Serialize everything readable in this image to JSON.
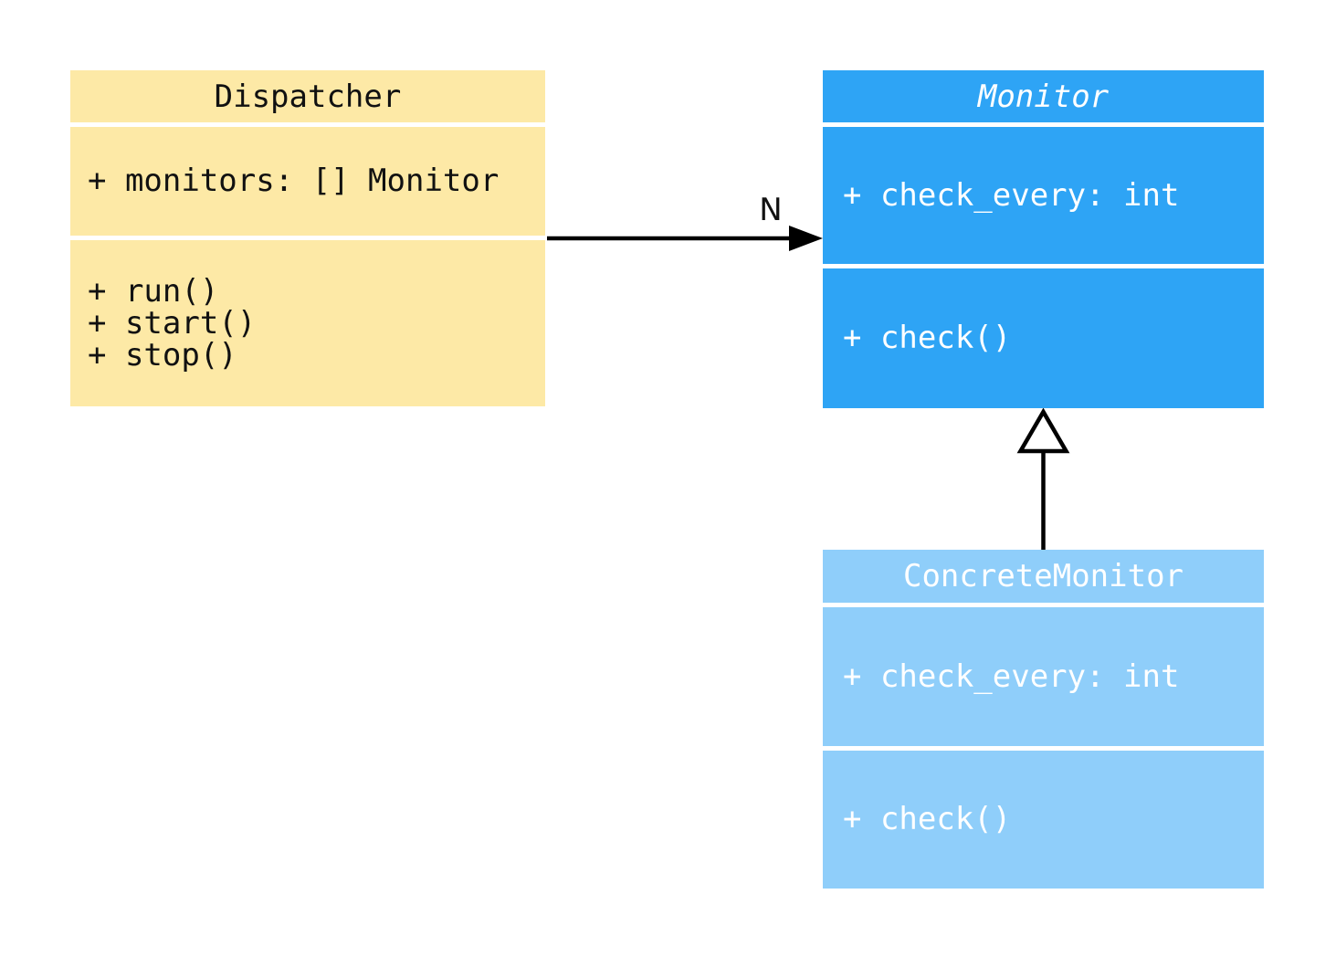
{
  "diagram": {
    "background_color": "#ffffff",
    "classes": [
      {
        "id": "dispatcher",
        "name": "Dispatcher",
        "title_italic": false,
        "fill": "#FDE9A6",
        "text_color": "#111111",
        "attributes": [
          "+ monitors: [] Monitor"
        ],
        "methods": [
          "+ run()",
          "+ start()",
          "+ stop()"
        ]
      },
      {
        "id": "monitor",
        "name": "Monitor",
        "title_italic": true,
        "fill": "#2EA4F5",
        "text_color": "#ffffff",
        "attributes": [
          "+ check_every: int"
        ],
        "methods": [
          "+ check()"
        ]
      },
      {
        "id": "concrete",
        "name": "ConcreteMonitor",
        "title_italic": false,
        "fill": "#8FCEFA",
        "text_color": "#ffffff",
        "attributes": [
          "+ check_every: int"
        ],
        "methods": [
          "+ check()"
        ]
      }
    ],
    "relations": [
      {
        "type": "association",
        "from": "Dispatcher",
        "to": "Monitor",
        "label": "N",
        "line_color": "#000000"
      },
      {
        "type": "inheritance",
        "from": "ConcreteMonitor",
        "to": "Monitor",
        "label": "",
        "line_color": "#000000"
      }
    ]
  }
}
